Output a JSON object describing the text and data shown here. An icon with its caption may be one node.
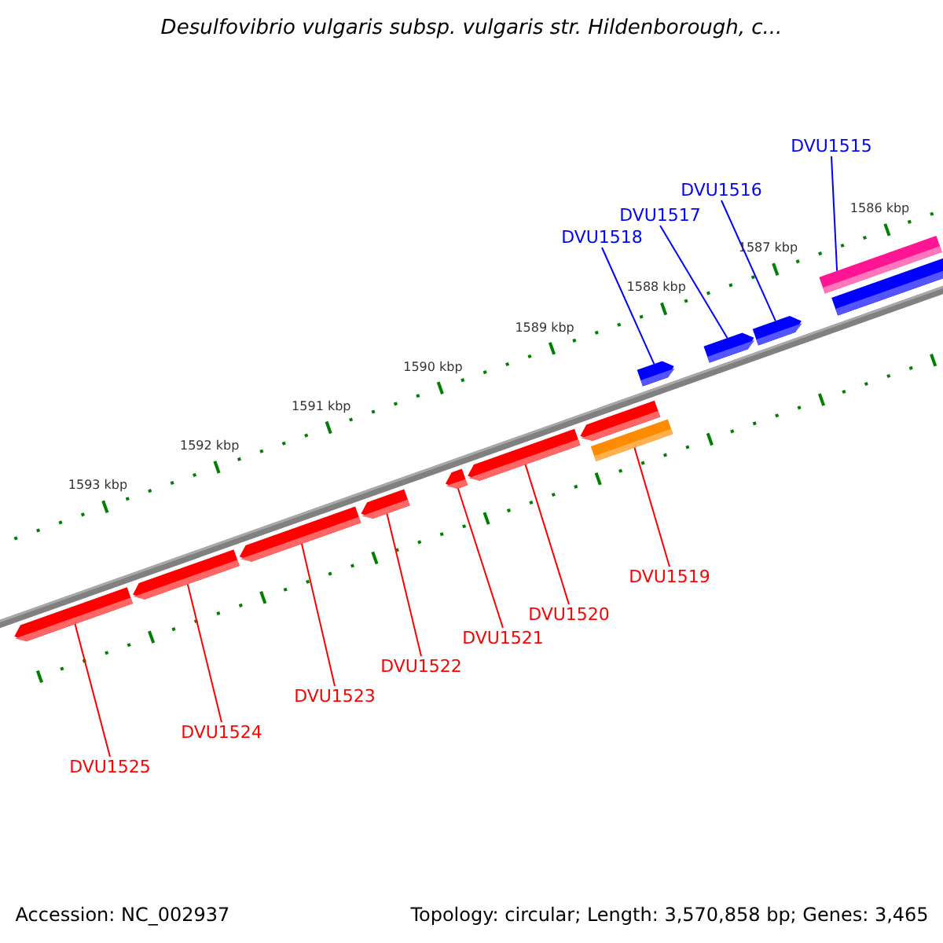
{
  "diagram": {
    "title": "Desulfovibrio vulgaris subsp. vulgaris str. Hildenborough, c...",
    "nodes": [
      {
        "text": [
          "DVU1515"
        ]
      },
      {
        "text": [
          "DVU1516"
        ]
      },
      {
        "text": [
          "DVU1517"
        ]
      },
      {
        "text": [
          "DVU1518"
        ]
      },
      {
        "text": [
          "DVU1519"
        ]
      },
      {
        "text": [
          "DVU1520"
        ]
      },
      {
        "text": [
          "DVU1521"
        ]
      },
      {
        "text": [
          "DVU1522"
        ]
      },
      {
        "text": [
          "DVU1523"
        ]
      },
      {
        "text": [
          "DVU1524"
        ]
      },
      {
        "text": [
          "DVU1525"
        ]
      },
      {
        "text": [],
        "shape": "bar"
      },
      {
        "text": [],
        "shape": "arrow"
      },
      {
        "text": [],
        "shape": "arrow"
      },
      {
        "text": [],
        "shape": "arrow"
      },
      {
        "text": [],
        "shape": "arrow"
      },
      {
        "text": [],
        "shape": "arrow"
      },
      {
        "text": [],
        "shape": "arrow"
      },
      {
        "text": [],
        "shape": "arrow"
      },
      {
        "text": [],
        "shape": "arrow"
      },
      {
        "text": [],
        "shape": "arrow"
      },
      {
        "text": [],
        "shape": "arrow"
      },
      {
        "text": [],
        "shape": "bar"
      },
      {
        "text": [],
        "shape": "bar"
      }
    ],
    "edges": [
      {
        "from": 0,
        "to": 22,
        "arrow": "none",
        "color": "#0000ff"
      },
      {
        "from": 1,
        "to": 12,
        "arrow": "none",
        "color": "#0000ff"
      },
      {
        "from": 2,
        "to": 13,
        "arrow": "none",
        "color": "#0000ff"
      },
      {
        "from": 3,
        "to": 14,
        "arrow": "none",
        "color": "#0000ff"
      },
      {
        "from": 4,
        "to": 23,
        "arrow": "none"
      },
      {
        "from": 5,
        "to": 16,
        "arrow": "none"
      },
      {
        "from": 6,
        "to": 17,
        "arrow": "none"
      },
      {
        "from": 7,
        "to": 18,
        "arrow": "none"
      },
      {
        "from": 8,
        "to": 19,
        "arrow": "none"
      },
      {
        "from": 9,
        "to": 20,
        "arrow": "none"
      },
      {
        "from": 10,
        "to": 21,
        "arrow": "none"
      }
    ],
    "labels": [
      "1586 kbp",
      "1587 kbp",
      "1588 kbp",
      "1589 kbp",
      "1590 kbp",
      "1591 kbp",
      "1592 kbp",
      "1593 kbp",
      "Accession: NC_002937",
      "Topology: circular; Length: 3,570,858 bp; Genes: 3,465"
    ]
  }
}
